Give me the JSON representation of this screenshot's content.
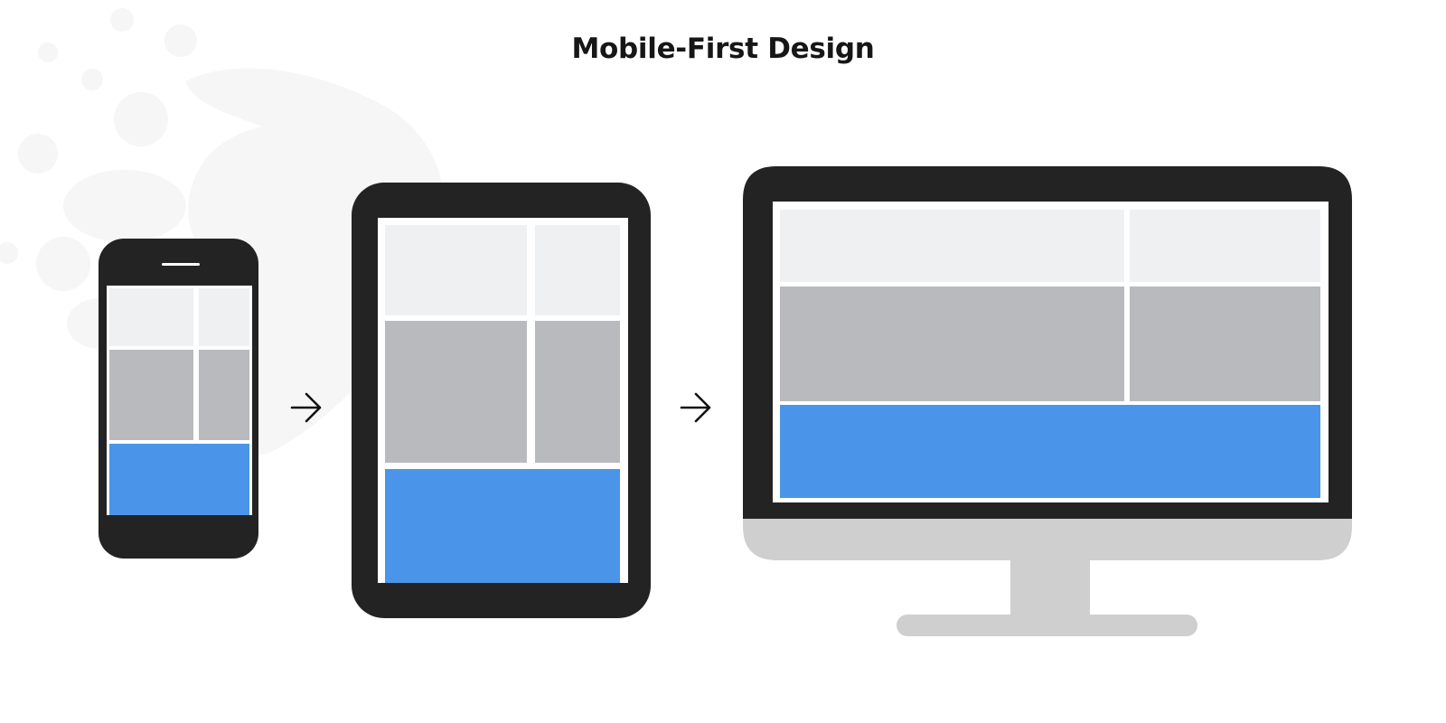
{
  "title": "Mobile-First Design",
  "colors": {
    "device_frame": "#232323",
    "screen_background": "#ffffff",
    "light_block": "#eff0f1",
    "medium_block": "#b9babd",
    "accent_block": "#4a95e9",
    "monitor_stand": "#cfcfcf",
    "arrow": "#111111",
    "background_blob": "#f6f6f6"
  },
  "devices": [
    {
      "name": "phone",
      "layout_rows": [
        "two light blocks",
        "two gray blocks",
        "blue block"
      ]
    },
    {
      "name": "tablet",
      "layout_rows": [
        "two light blocks",
        "two gray blocks",
        "blue block"
      ]
    },
    {
      "name": "desktop-monitor",
      "layout_rows": [
        "two light blocks",
        "two gray blocks",
        "blue block"
      ]
    }
  ],
  "arrows": [
    {
      "from": "phone",
      "to": "tablet",
      "icon": "arrow-right-icon"
    },
    {
      "from": "tablet",
      "to": "desktop-monitor",
      "icon": "arrow-right-icon"
    }
  ]
}
